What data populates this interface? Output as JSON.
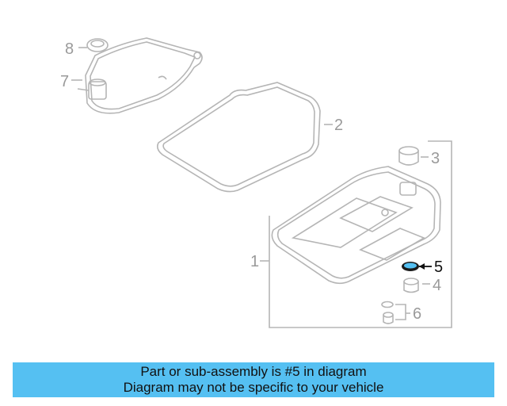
{
  "callouts": {
    "c1": "1",
    "c2": "2",
    "c3": "3",
    "c4": "4",
    "c5": "5",
    "c6": "6",
    "c7": "7",
    "c8": "8"
  },
  "highlighted_part": "5",
  "colors": {
    "part_line": "#b5b5b5",
    "highlight": "#55c0f2",
    "banner": "#55c0f2"
  },
  "banner": {
    "line1": "Part or sub-assembly is #5 in diagram",
    "line2": "Diagram may not be specific to your vehicle"
  }
}
